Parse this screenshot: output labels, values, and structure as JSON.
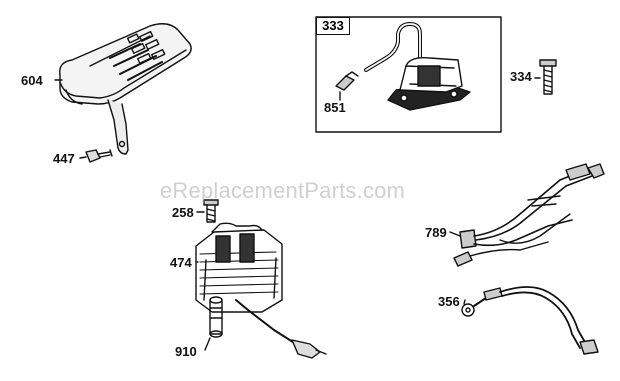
{
  "watermark": "eReplacementParts.com",
  "parts": {
    "p604": "604",
    "p447": "447",
    "p333": "333",
    "p851": "851",
    "p334": "334",
    "p258": "258",
    "p474": "474",
    "p910": "910",
    "p789": "789",
    "p356": "356"
  }
}
